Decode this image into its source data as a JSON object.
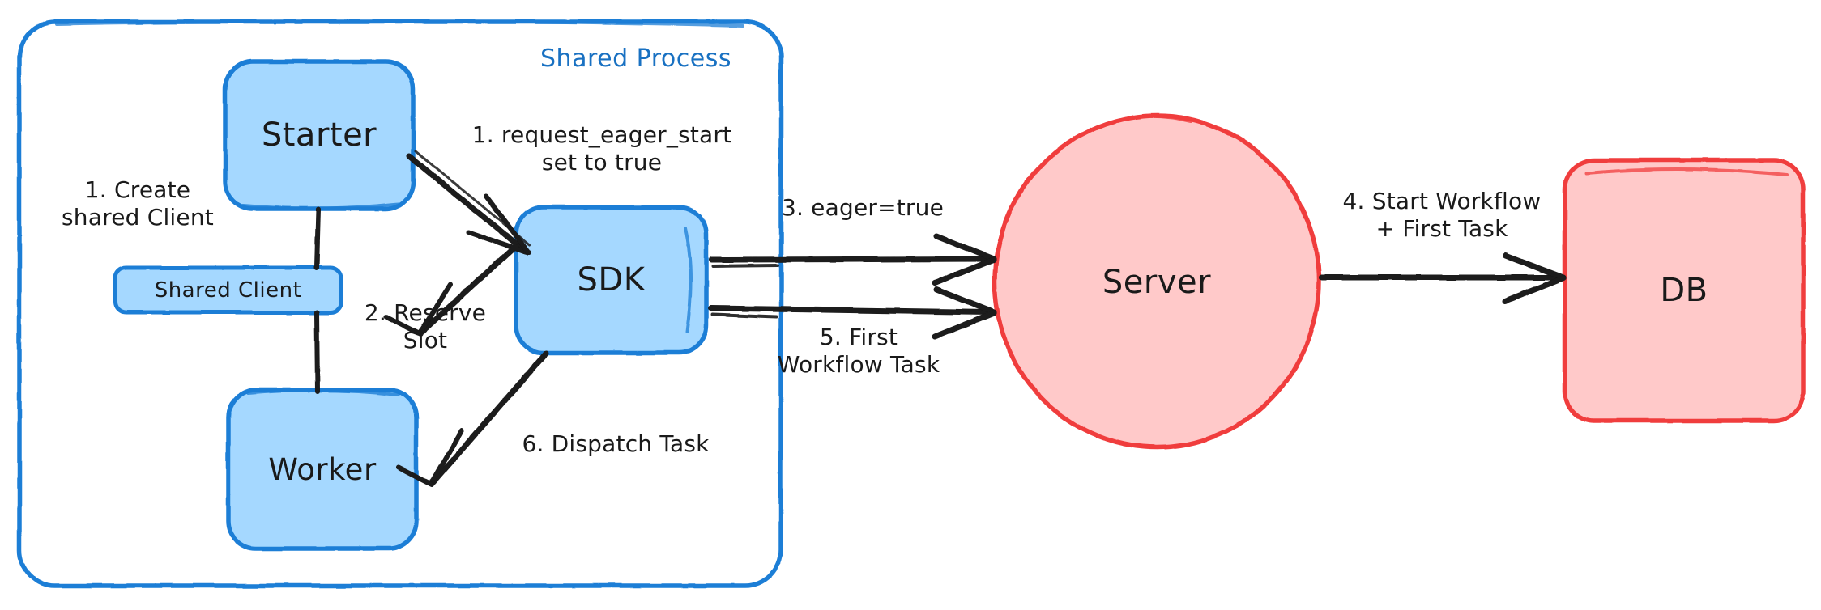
{
  "diagram": {
    "title_visible": false,
    "colors": {
      "blue_stroke": "#1c7ed6",
      "blue_fill": "#a5d8ff",
      "blue_text": "#1971c2",
      "red_stroke": "#f03e3e",
      "red_fill": "#ffc9c9",
      "ink": "#1a1a1a",
      "background": "#ffffff"
    },
    "group": {
      "name": "shared-process",
      "label": "Shared Process"
    },
    "nodes": [
      {
        "id": "starter",
        "label": "Starter",
        "shape": "rounded-rect",
        "color": "blue"
      },
      {
        "id": "shared-client",
        "label": "Shared Client",
        "shape": "rounded-rect",
        "color": "blue"
      },
      {
        "id": "worker",
        "label": "Worker",
        "shape": "rounded-rect",
        "color": "blue"
      },
      {
        "id": "sdk",
        "label": "SDK",
        "shape": "rounded-rect",
        "color": "blue"
      },
      {
        "id": "server",
        "label": "Server",
        "shape": "ellipse",
        "color": "red"
      },
      {
        "id": "db",
        "label": "DB",
        "shape": "rounded-rect",
        "color": "red"
      }
    ],
    "edges": [
      {
        "id": "e-create-shared-client",
        "label": "1. Create\nshared Client",
        "from": "starter",
        "to": "shared-client",
        "arrow": false
      },
      {
        "id": "e-request-eager-start",
        "label": "1. request_eager_start\nset to true",
        "from": "starter",
        "to": "sdk",
        "arrow": true
      },
      {
        "id": "e-reserve-slot",
        "label": "2. Reserve\nSlot",
        "from": "sdk",
        "to": "worker",
        "arrow": true
      },
      {
        "id": "e-eager-true",
        "label": "3. eager=true",
        "from": "sdk",
        "to": "server",
        "arrow": true
      },
      {
        "id": "e-start-workflow",
        "label": "4. Start Workflow\n+ First Task",
        "from": "server",
        "to": "db",
        "arrow": true
      },
      {
        "id": "e-first-workflow-task",
        "label": "5. First\nWorkflow Task",
        "from": "server",
        "to": "sdk",
        "arrow": true
      },
      {
        "id": "e-dispatch-task",
        "label": "6. Dispatch Task",
        "from": "sdk",
        "to": "worker",
        "arrow": true
      }
    ]
  }
}
